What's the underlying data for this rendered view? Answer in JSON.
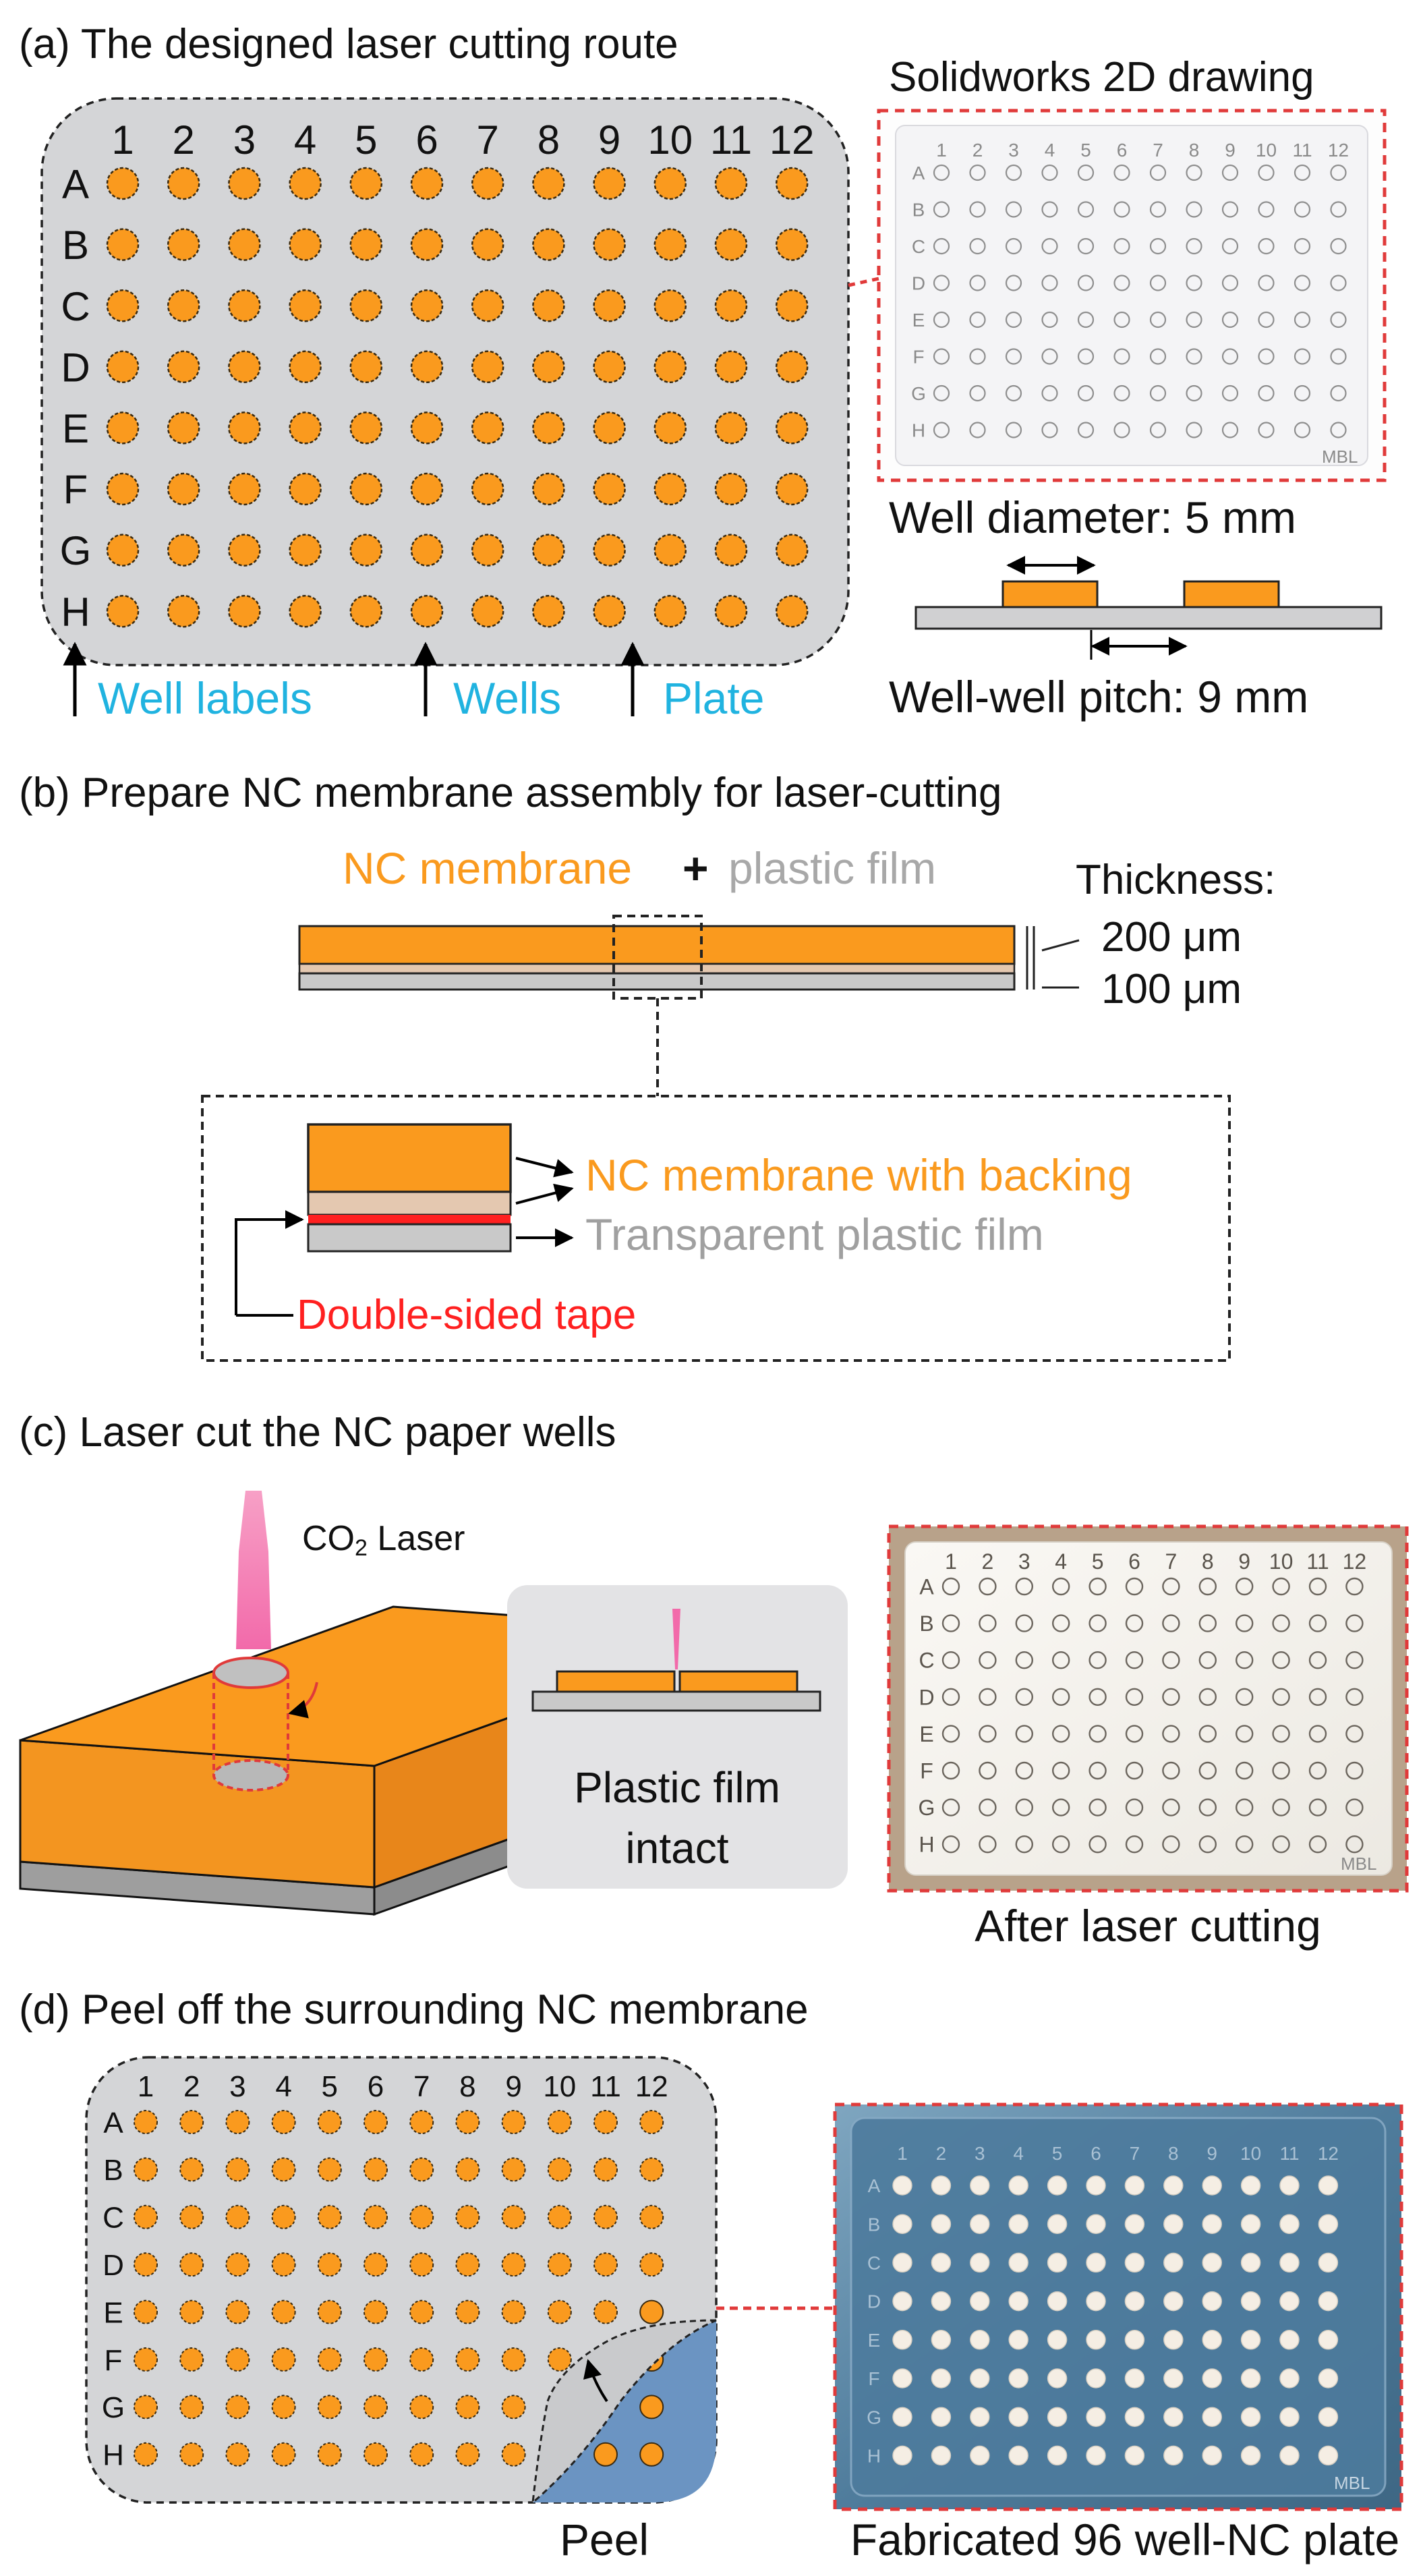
{
  "colors": {
    "orange": "#FA9A1E",
    "plate_gray": "#D4D5D7",
    "cyan_label": "#20B3E0",
    "red_dashed": "#E03A3A",
    "tape_red": "#FF2020",
    "backing_tan": "#E4C8B0",
    "film_gray": "#C9C9C9",
    "laser_pink": "#F7A0C6",
    "photo_blue": "#5E88A6",
    "peel_blue": "#6B94C2"
  },
  "panel_a": {
    "title": "(a) The designed laser cutting route",
    "columns": [
      "1",
      "2",
      "3",
      "4",
      "5",
      "6",
      "7",
      "8",
      "9",
      "10",
      "11",
      "12"
    ],
    "rows": [
      "A",
      "B",
      "C",
      "D",
      "E",
      "F",
      "G",
      "H"
    ],
    "arrow_labels": {
      "well_labels": "Well labels",
      "wells": "Wells",
      "plate": "Plate"
    },
    "drawing_title": "Solidworks 2D drawing",
    "drawing_watermark": "MBL",
    "well_diameter": "Well diameter: 5 mm",
    "pitch": "Well-well pitch: 9 mm"
  },
  "panel_b": {
    "title": "(b) Prepare NC membrane assembly for laser-cutting",
    "top_label_nc": "NC membrane",
    "top_label_plus": "+",
    "top_label_film": "plastic film",
    "thickness_label": "Thickness:",
    "thickness_top": "200 μm",
    "thickness_bottom": "100 μm",
    "detail_nc": "NC membrane with backing",
    "detail_film": "Transparent plastic film",
    "detail_tape": "Double-sided tape"
  },
  "panel_c": {
    "title": "(c) Laser cut the NC paper wells",
    "laser_prefix": "CO",
    "laser_sub": "2",
    "laser_suffix": " Laser",
    "film_intact_line1": "Plastic film",
    "film_intact_line2": "intact",
    "photo_caption": "After laser cutting",
    "photo_watermark": "MBL"
  },
  "panel_d": {
    "title": "(d) Peel off the surrounding NC membrane",
    "peel_label": "Peel",
    "photo_caption": "Fabricated 96 well-NC plate",
    "photo_watermark": "MBL"
  }
}
